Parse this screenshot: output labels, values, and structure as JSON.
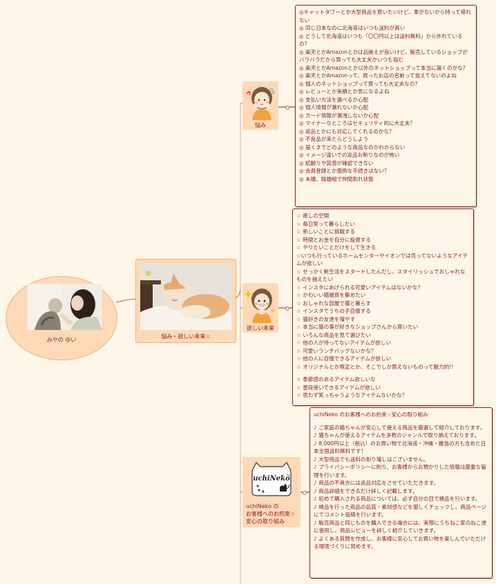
{
  "root": {
    "label": "みやの ゆい",
    "image": "woman-kissing-cat-photo"
  },
  "center": {
    "label": "悩み・欲しい未来☆",
    "image": "sleeping-kitten-photo"
  },
  "branches": [
    {
      "label": "悩み",
      "icon": "worried-woman-illustration",
      "items": [
        "◎キャットタワーとか大型商品を買いたいけど、車がないから持って帰れない",
        "◎ 同じ日本なのに北海道はいつも送料が高い",
        "◎ どうして北海道はいつも「〇〇円以上は送料無料」から外れているの？",
        "◎ 楽天とかAmazonとかは品揃えが良いけど、販売しているショップがバラバラだから買っても大丈夫かいつも悩む",
        "◎ 楽天とかAmazonとか以外のネットショップって本当に届くのかな？",
        "◎ 楽天とかAmazonって、買ったお店の名前って覚えてないのよね",
        "◎ 個人のネットショップって買っても大丈夫なの？",
        "◎ レビューとか実績とか気になるよね",
        "◎ 支払い方法を選べるか心配",
        "◎ 個人情報が漏れないか心配",
        "◎ カード情報が漏洩しないか心配",
        "◎ マイナーなところはセキュリティ的に大丈夫？",
        "◎ 返品とかにも対応してくれるのかな？",
        "◎ 不良品が来たらどうしよう",
        "◎ 届くまでどのような商品なのかわからない",
        "◎ イメージ違いでの返品お断りなのが怖い",
        "◎ 肌触りや質感が確認できない",
        "◎ 会員登録とか面倒な手続きはない？",
        "◎ 未婚、既婚組で仲間割れ状態"
      ]
    },
    {
      "label": "欲しい未来",
      "icon": "happy-woman-illustration",
      "items": [
        "☆ 癒しの空間",
        "☆ 毎日笑って暮らしたい",
        "☆ 新しいことに挑戦する",
        "☆ 時間とお金を自分に投資する",
        "☆ やりたいことだけをして生きる",
        "☆いつも行っているホームセンターやイオンでは売ってないようなアイテムが欲しい",
        "☆ せっかく新生活をスタートしたんだし、スタイリッシュでおしゃれなものを揃えたい",
        "☆ インスタにあげられる可愛いアイテムはないかな？",
        "☆ かわいい猫雑貨を集めたい",
        "☆ おしゃれな部屋で猫と暮らす",
        "☆ インスタでうちの子自慢する",
        "☆ 猫好きの友達を増やす",
        "☆ 本当に猫の事が好きなショップさんから買いたい",
        "☆ いろんな商品を見て選びたい",
        "☆ 他の人が持ってないアイテムが欲しい",
        "☆ 可愛いランチバッグないかな？",
        "☆ 他の人に自慢できるアイテムが欲しい",
        "☆ オリジナルとか限定とか、そこでしか買えないものって魅力的!!",
        "",
        "☆ 季節感のあるアイテム欲しいな",
        "☆ 普段使いできるアイテムが欲しい",
        "☆ 思わず笑っちゃうようなアイテムないかな？"
      ]
    },
    {
      "label": "uchiNeko のお客様へのお約束☆安心の取り組み",
      "label_lines": [
        "uchiNeko の",
        "お客様へのお約束☆",
        "安心の取り組み"
      ],
      "icon": "uchineko-logo",
      "logo_text": "uchiNekö",
      "items": [
        "uchiNeko のお客様へのお約束☆安心の取り組み",
        "",
        "♪ ご家庭の猫ちゃんが安心して使える商品を厳選して紹介しております。",
        "♪ 猫ちゃんが使えるアイテムを多数のジャンルで取り揃えております。",
        "♪ 8,000円以上（税込）のお買い物で北海道・沖縄・離島の方も含めた日本全国送料無料です！",
        "♪ 大型商品でも送料の割り増しはございません。",
        "♪ プライバシーポリシーに則り、お客様からお預かりした情報は厳重な管理を行います。",
        "♪ 商品の不具合には返品対応をさせていただきます。",
        "♪ 商品詳細をできるだけ詳しく記載します。",
        "♪ 初めて購入される商品については、必ず自分の目で検品を行います。",
        "♪ 検品を行った商品の品質・素材感などを厳しくチェックし、商品ページにてコメント投稿を行います。",
        "♪ 販売商品と同じものを購入できる場合には、実際にうちねこ家のねこ達に使用し、商品レビューを詳しく紹介していきます。",
        "♪ よくある質問を作成し、お客様に安心してお買い物を楽しんでいただける環境づくりに努めます。"
      ]
    }
  ],
  "colors": {
    "background": "#fef6e8",
    "node_fill": "#fdd9b8",
    "node_border": "#f2b27f",
    "text": "#8a1a1a",
    "box_border": "#8a1a1a",
    "connector": "#c07a7a"
  }
}
